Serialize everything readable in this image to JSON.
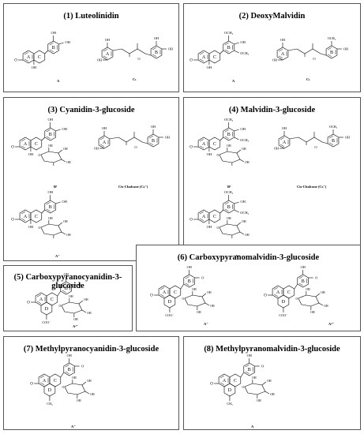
{
  "panels": [
    {
      "title": "(1) Luteolinidin",
      "molecules": [
        {
          "label": "A",
          "kind": "flavylium",
          "sub": "OH"
        },
        {
          "label": "Cₜ",
          "kind": "chalcone"
        }
      ]
    },
    {
      "title": "(2) DeoxyMalvidin",
      "molecules": [
        {
          "label": "A",
          "kind": "flavylium",
          "sub": "OMe"
        },
        {
          "label": "Cₜ",
          "kind": "chalcone"
        }
      ]
    },
    {
      "title": "(3) Cyanidin-3-glucoside",
      "molecules": [
        {
          "label": "B¹",
          "kind": "hemiketal"
        },
        {
          "label": "Cis-Chalcone (Cₙ⁻)",
          "kind": "cischalcone"
        },
        {
          "label": "A⁻",
          "kind": "quinoidal"
        }
      ]
    },
    {
      "title": "(4) Malvidin-3-glucoside",
      "molecules": [
        {
          "label": "B¹",
          "kind": "hemiketal"
        },
        {
          "label": "Cis-Chalcone (Cₙ⁻)",
          "kind": "cischalcone"
        },
        {
          "label": "A⁻",
          "kind": "quinoidal"
        }
      ]
    },
    {
      "title": "(5) Carboxypyranocyanidin-3-glucoside",
      "molecules": [
        {
          "label": "A²⁻",
          "kind": "pyrano"
        }
      ]
    },
    {
      "title": "(6) Carboxypyranomalvidin-3-glucoside",
      "molecules": [
        {
          "label": "A⁻",
          "kind": "pyrano"
        },
        {
          "label": "A²⁻",
          "kind": "pyrano"
        }
      ]
    },
    {
      "title": "(7) Methylpyranocyanidin-3-glucoside",
      "molecules": [
        {
          "label": "A⁻",
          "kind": "methylpyrano"
        }
      ]
    },
    {
      "title": "(8) Methylpyranomalvidin-3-glucoside",
      "molecules": [
        {
          "label": "A",
          "kind": "methylpyrano"
        }
      ]
    }
  ],
  "atoms": {
    "oh": "OH",
    "oxo": "O",
    "ome": "OCH₃",
    "o": "O",
    "coo": "COO⁻",
    "me": "CH₃",
    "ringA": "A",
    "ringB": "B",
    "ringC": "C",
    "ringD": "D"
  }
}
